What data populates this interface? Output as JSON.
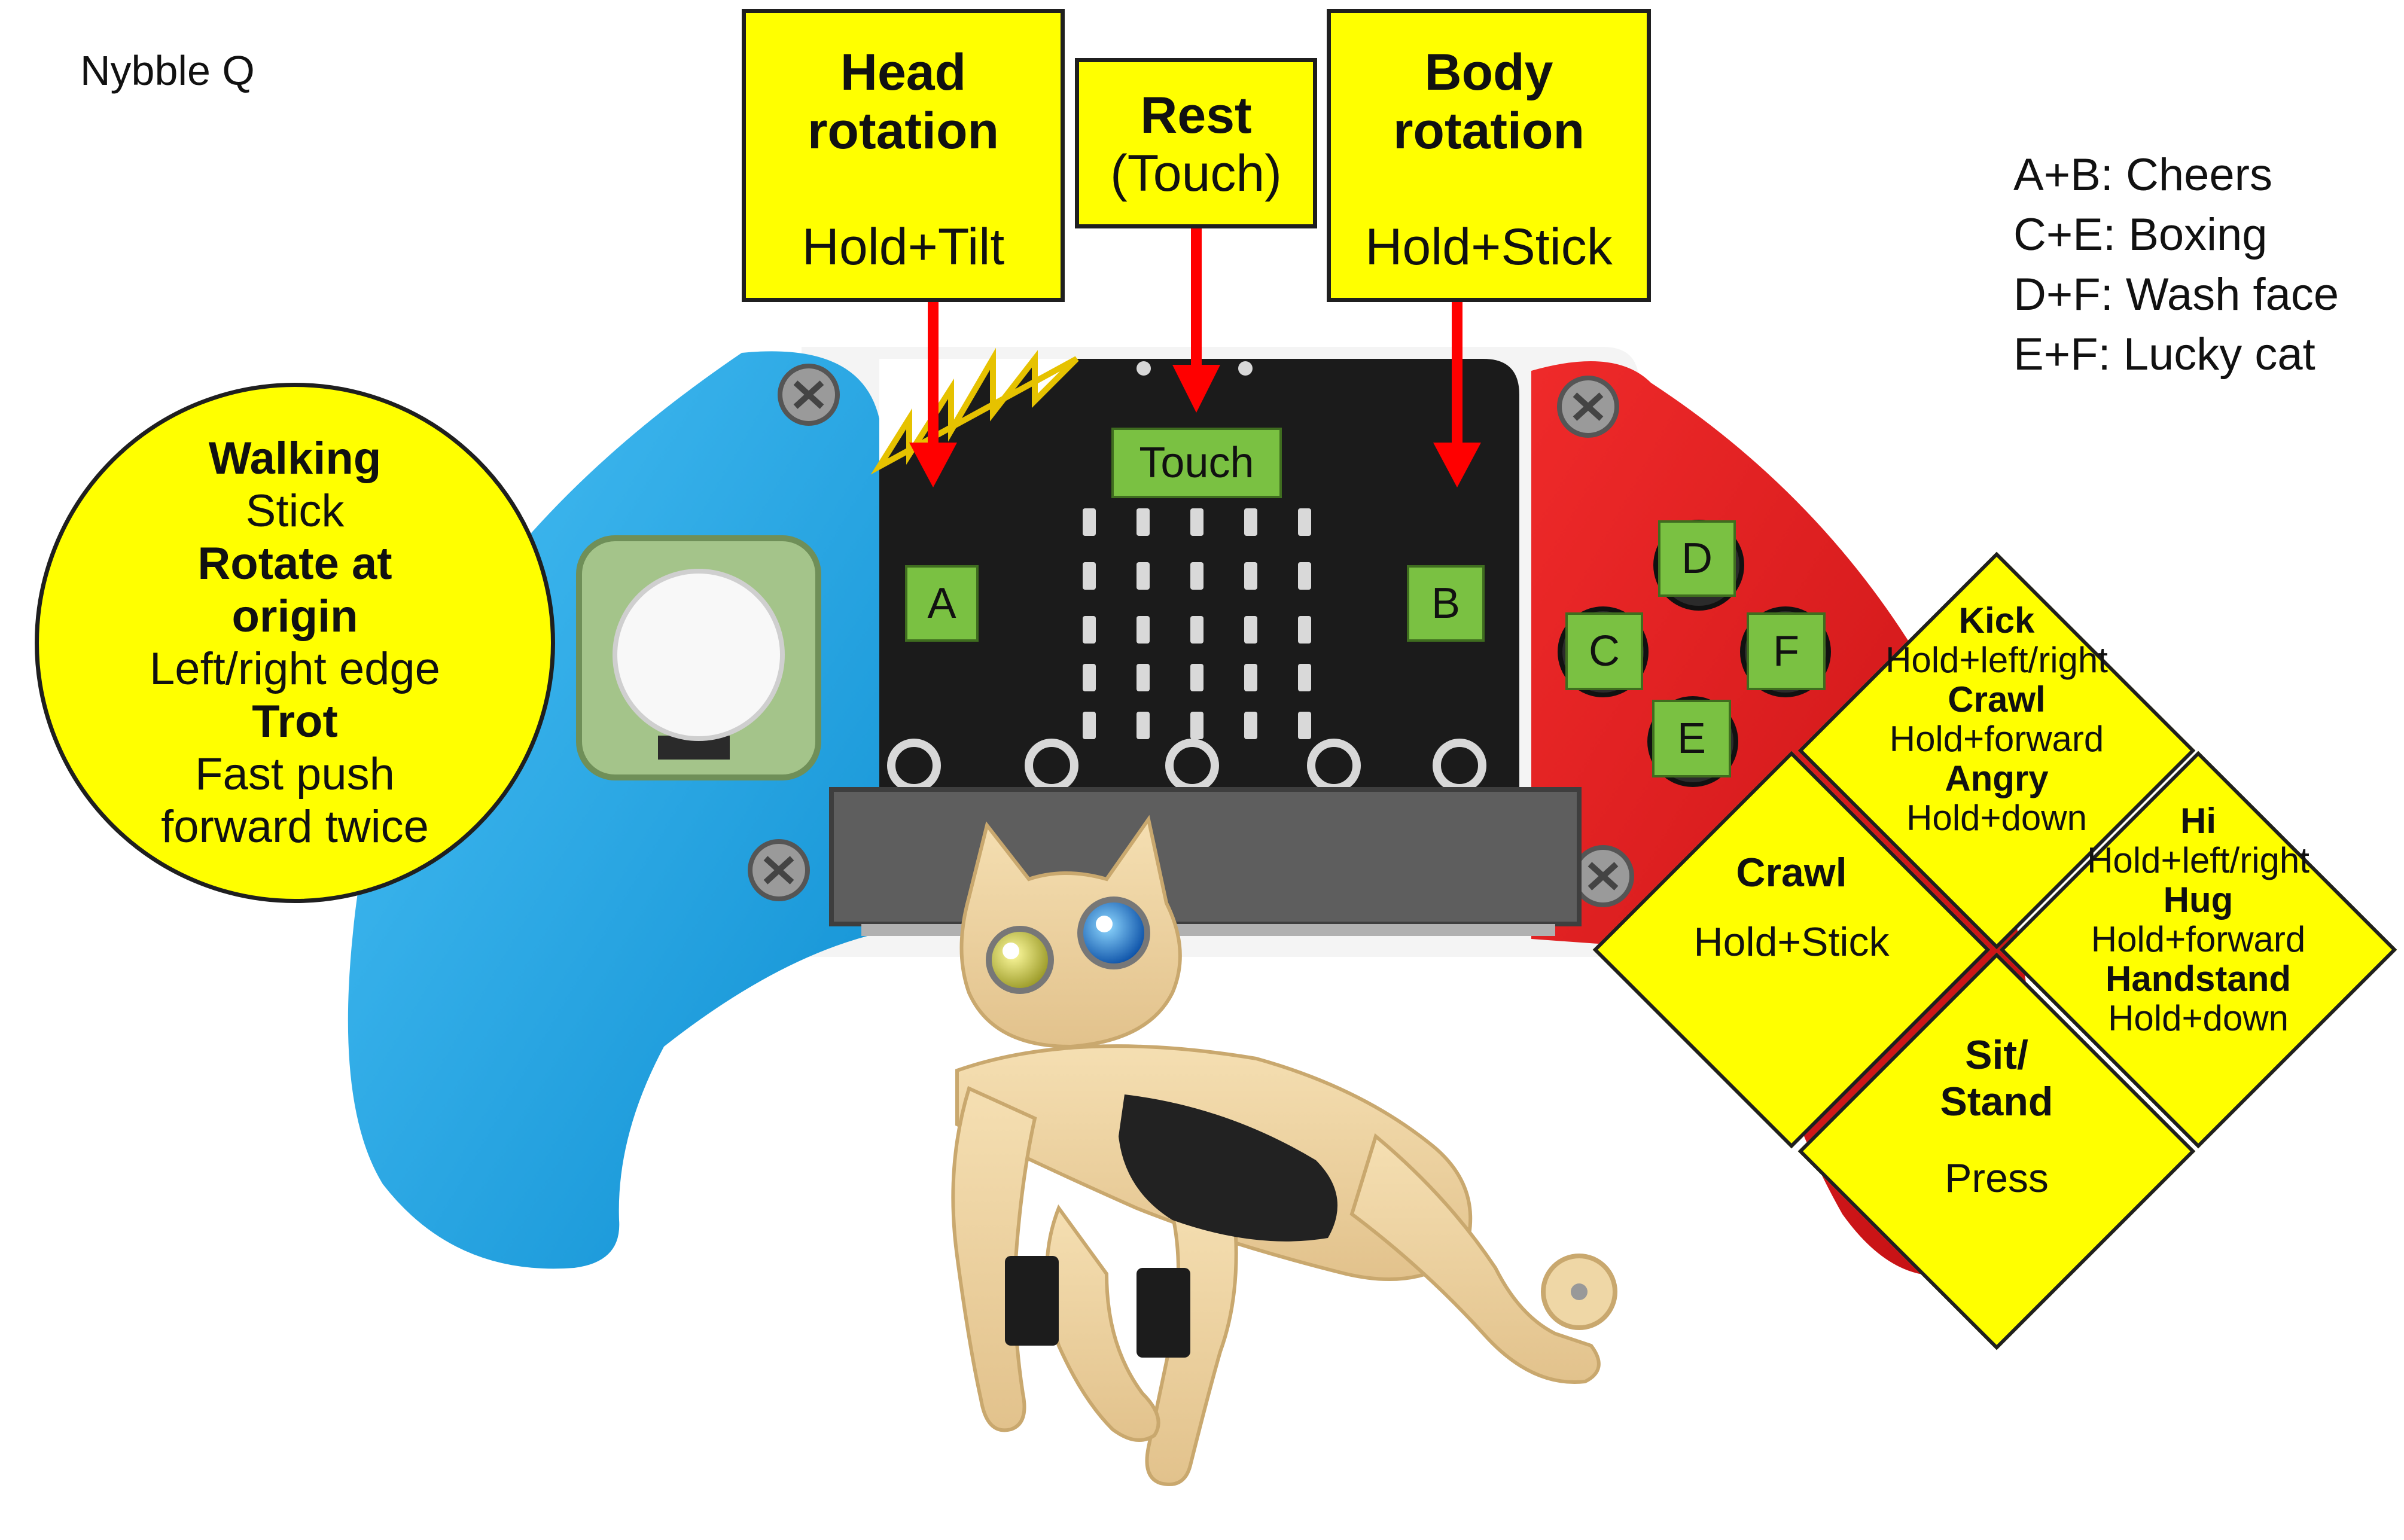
{
  "title": "Nybble Q",
  "combos": [
    "A+B: Cheers",
    "C+E: Boxing",
    "D+F: Wash face",
    "E+F: Lucky cat"
  ],
  "top_boxes": {
    "head": {
      "title_line1": "Head",
      "title_line2": "rotation",
      "action": "Hold+Tilt"
    },
    "rest": {
      "title": "Rest",
      "subtitle": "(Touch)"
    },
    "body": {
      "title_line1": "Body",
      "title_line2": "rotation",
      "action": "Hold+Stick"
    }
  },
  "joystick_circle": {
    "walking": "Walking",
    "walking_action": "Stick",
    "rotate_line1": "Rotate at",
    "rotate_line2": "origin",
    "rotate_action": "Left/right edge",
    "trot": "Trot",
    "trot_action_line1": "Fast push",
    "trot_action_line2": "forward twice"
  },
  "board_labels": {
    "touch": "Touch",
    "a": "A",
    "b": "B",
    "c": "C",
    "d": "D",
    "e": "E",
    "f": "F"
  },
  "diamonds": {
    "top": {
      "kick": "Kick",
      "kick_action": "Hold+left/right",
      "crawl": "Crawl",
      "crawl_action": "Hold+forward",
      "angry": "Angry",
      "angry_action": "Hold+down"
    },
    "left": {
      "title": "Crawl",
      "action": "Hold+Stick"
    },
    "right": {
      "hi": "Hi",
      "hi_action": "Hold+left/right",
      "hug": "Hug",
      "hug_action": "Hold+forward",
      "handstand": "Handstand",
      "handstand_action": "Hold+down"
    },
    "bottom": {
      "title_line1": "Sit/",
      "title_line2": "Stand",
      "action": "Press"
    }
  },
  "colors": {
    "callout_yellow": "#ffff00",
    "label_green": "#7ac142",
    "arrow_red": "#ff0000",
    "left_grip_blue": "#1fa6e6",
    "right_grip_red": "#d51a1a",
    "board_black": "#1a1a1a"
  }
}
